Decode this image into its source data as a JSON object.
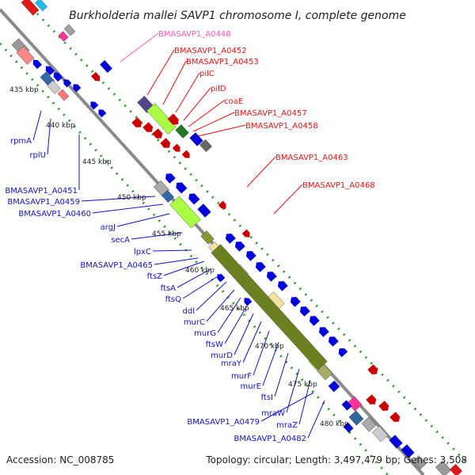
{
  "title": "Burkholderia mallei SAVP1 chromosome I, complete genome",
  "footer": {
    "accession": "Accession: NC_008785",
    "topology": "Topology: circular; Length: 3,497,479 bp; Genes: 3,508"
  },
  "colors": {
    "forward_gene": "#cc0000",
    "forward_label": "#ee1111",
    "pink_label": "#ff55bb",
    "reverse_gene": "#0000dd",
    "reverse_label": "#1111cc",
    "backbone": "#888888",
    "dotted_ring": "#229922",
    "olive_block": "#6b8020",
    "lime_block": "#aaff44",
    "pale_block": "#f2e4a0"
  },
  "kbp_ticks": [
    "435 kbp",
    "440 kbp",
    "445 kbp",
    "450 kbp",
    "455 kbp",
    "460 kbp",
    "465 kbp",
    "470 kbp",
    "475 kbp",
    "480 kbp"
  ],
  "outer_labels": [
    {
      "text": "BMASAVP1_A0448",
      "color": "pink"
    },
    {
      "text": "BMASAVP1_A0452",
      "color": "red"
    },
    {
      "text": "BMASAVP1_A0453",
      "color": "red"
    },
    {
      "text": "pilC",
      "color": "red"
    },
    {
      "text": "pilD",
      "color": "red"
    },
    {
      "text": "coaE",
      "color": "red"
    },
    {
      "text": "BMASAVP1_A0457",
      "color": "red"
    },
    {
      "text": "BMASAVP1_A0458",
      "color": "red"
    },
    {
      "text": "BMASAVP1_A0463",
      "color": "red"
    },
    {
      "text": "BMASAVP1_A0468",
      "color": "red"
    }
  ],
  "inner_labels": [
    "rpmA",
    "rplU",
    "BMASAVP1_A0451",
    "BMASAVP1_A0459",
    "BMASAVP1_A0460",
    "argJ",
    "secA",
    "lpxC",
    "BMASAVP1_A0465",
    "ftsZ",
    "ftsA",
    "ftsQ",
    "ddl",
    "murC",
    "murG",
    "ftsW",
    "murD",
    "mraY",
    "murF",
    "murE",
    "ftsI",
    "mraW",
    "mraZ",
    "BMASAVP1_A0479",
    "BMASAVP1_A0482"
  ]
}
